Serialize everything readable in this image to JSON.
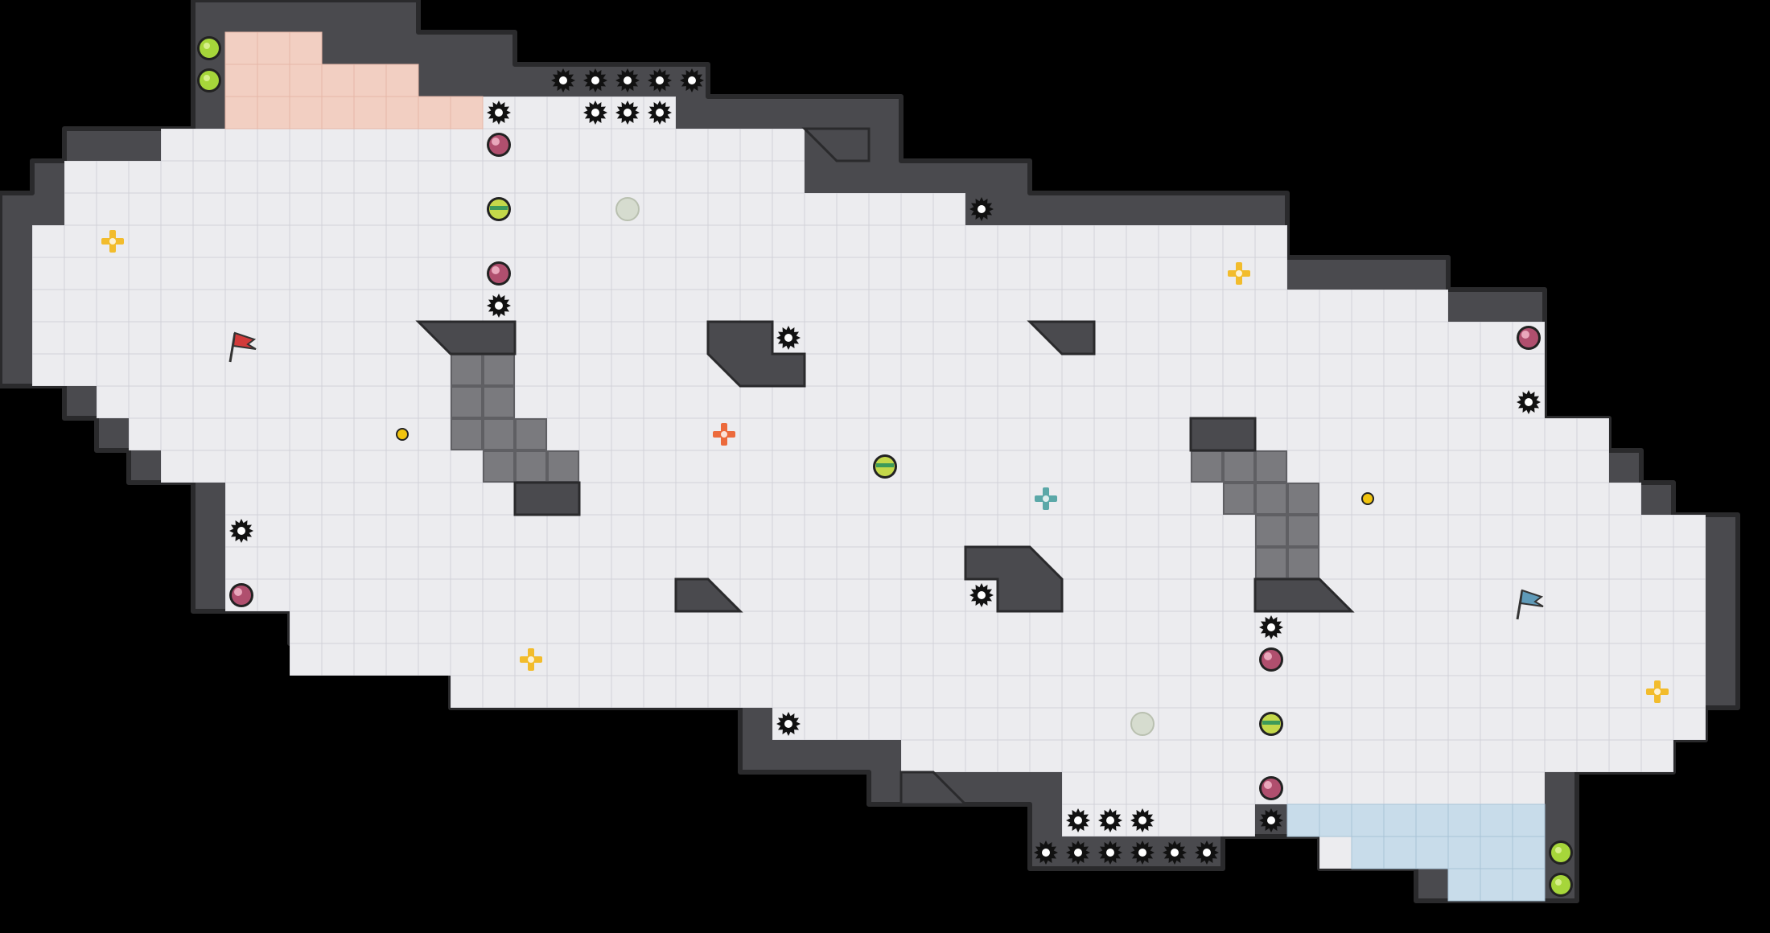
{
  "game": {
    "title": "",
    "colors": {
      "background": "#000000",
      "wall": "#4a4a4e",
      "wall_edge": "#2a2a2c",
      "floor": "#ececef",
      "grid": "#d2d2d8",
      "red_team_zone": "#f2cfc2",
      "blue_team_zone": "#c8dcea",
      "red_flag": "#d23b3b",
      "blue_flag": "#5f9ab8",
      "spike": "#111111",
      "boost": "#a6d63a",
      "powerup": "#b04f6e",
      "speed_pad": "#f2bc2c",
      "bomb": "#f1c40f",
      "gate": "#7a7a7e",
      "portal": "#d6dccf"
    },
    "red_team": {
      "flag": {
        "col": 7,
        "row": 10.3
      },
      "endzone_spawn_tiles": [
        [
          7,
          1
        ],
        [
          8,
          1
        ],
        [
          9,
          1
        ],
        [
          7,
          2
        ],
        [
          8,
          2
        ],
        [
          9,
          2
        ],
        [
          10,
          2
        ],
        [
          11,
          2
        ],
        [
          12,
          2
        ],
        [
          7,
          3
        ],
        [
          8,
          3
        ],
        [
          9,
          3
        ],
        [
          10,
          3
        ],
        [
          11,
          3
        ],
        [
          12,
          3
        ],
        [
          13,
          3
        ],
        [
          14,
          3
        ],
        [
          26,
          4
        ]
      ]
    },
    "blue_team": {
      "flag": {
        "col": 47,
        "row": 18.3
      },
      "endzone_spawn_tiles": [
        [
          40,
          25
        ],
        [
          41,
          25
        ],
        [
          42,
          25
        ],
        [
          43,
          25
        ],
        [
          44,
          25
        ],
        [
          45,
          25
        ],
        [
          46,
          25
        ],
        [
          47,
          25
        ],
        [
          42,
          26
        ],
        [
          43,
          26
        ],
        [
          44,
          26
        ],
        [
          45,
          26
        ],
        [
          46,
          26
        ],
        [
          47,
          26
        ],
        [
          45,
          27
        ],
        [
          46,
          27
        ],
        [
          47,
          27
        ],
        [
          28,
          24
        ]
      ]
    },
    "spikes": [
      [
        15,
        3
      ],
      [
        17,
        2
      ],
      [
        18,
        2
      ],
      [
        19,
        2
      ],
      [
        20,
        2
      ],
      [
        21,
        2
      ],
      [
        18,
        3
      ],
      [
        19,
        3
      ],
      [
        20,
        3
      ],
      [
        15,
        9
      ],
      [
        30,
        6
      ],
      [
        24,
        10
      ],
      [
        7,
        16
      ],
      [
        30,
        18
      ],
      [
        24,
        22
      ],
      [
        39,
        19
      ],
      [
        47,
        12
      ],
      [
        33,
        25
      ],
      [
        34,
        25
      ],
      [
        35,
        25
      ],
      [
        32,
        26
      ],
      [
        33,
        26
      ],
      [
        34,
        26
      ],
      [
        35,
        26
      ],
      [
        36,
        26
      ],
      [
        37,
        26
      ],
      [
        39,
        25
      ]
    ],
    "boosts": [
      [
        6,
        1
      ],
      [
        6,
        2
      ],
      [
        48,
        26
      ],
      [
        48,
        27
      ]
    ],
    "powerups": [
      [
        15,
        4
      ],
      [
        15,
        8
      ],
      [
        7,
        18
      ],
      [
        47,
        10
      ],
      [
        39,
        20
      ],
      [
        39,
        24
      ]
    ],
    "speed_pads_green": [
      [
        15,
        6
      ],
      [
        27,
        14
      ],
      [
        39,
        22
      ]
    ],
    "speed_pads_yellow": [
      [
        3,
        7
      ],
      [
        38,
        8
      ],
      [
        16,
        20
      ],
      [
        51,
        21
      ]
    ],
    "speed_pad_red": [
      22,
      13
    ],
    "speed_pad_teal": [
      32,
      15
    ],
    "bombs": [
      [
        12,
        13
      ],
      [
        42,
        15
      ]
    ],
    "portals": [
      [
        19,
        6
      ],
      [
        35,
        22
      ]
    ],
    "gates": [
      [
        14,
        11
      ],
      [
        15,
        11
      ],
      [
        14,
        12
      ],
      [
        15,
        12
      ],
      [
        14,
        13
      ],
      [
        15,
        13
      ],
      [
        16,
        13
      ],
      [
        15,
        14
      ],
      [
        16,
        14
      ],
      [
        17,
        14
      ],
      [
        37,
        14
      ],
      [
        38,
        14
      ],
      [
        39,
        14
      ],
      [
        38,
        15
      ],
      [
        39,
        15
      ],
      [
        40,
        15
      ],
      [
        39,
        16
      ],
      [
        40,
        16
      ],
      [
        39,
        17
      ],
      [
        40,
        17
      ]
    ]
  }
}
